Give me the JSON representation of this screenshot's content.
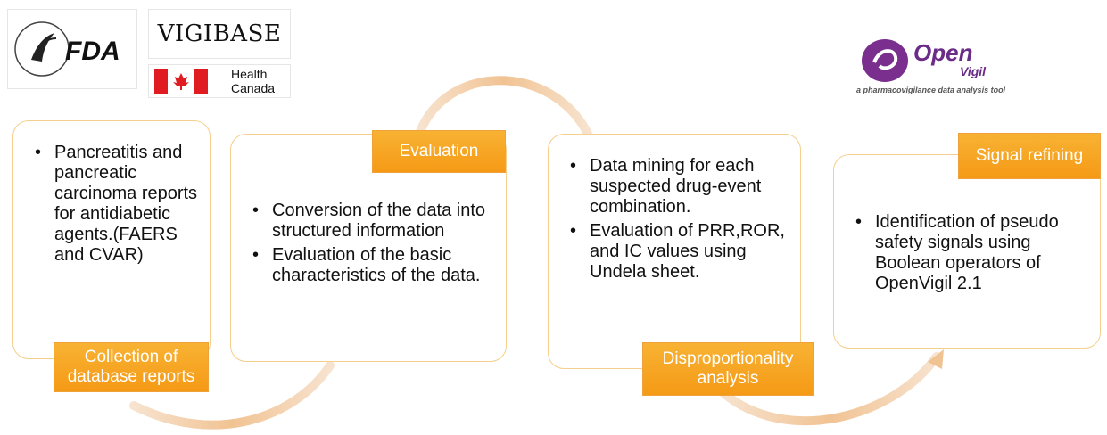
{
  "logos": {
    "fda": {
      "label": "FDA"
    },
    "vigibase": {
      "label": "VIGIBASE"
    },
    "health_canada": {
      "line1": "Health",
      "line2": "Canada"
    },
    "openvigil": {
      "name": "Open",
      "sub": "Vigil",
      "tagline": "a pharmacovigilance data analysis tool"
    }
  },
  "steps": [
    {
      "tag": "Collection of database reports",
      "bullets": [
        "Pancreatitis and pancreatic carcinoma reports for antidiabetic agents.(FAERS and CVAR)"
      ]
    },
    {
      "tag": "Evaluation",
      "bullets": [
        "Conversion of the data into structured information",
        "Evaluation of the basic characteristics of the data."
      ]
    },
    {
      "tag": "Disproportionality analysis",
      "bullets": [
        "Data mining for each suspected drug-event combination.",
        "Evaluation of PRR,ROR, and IC values using Undela sheet."
      ]
    },
    {
      "tag": "Signal refining",
      "bullets": [
        "Identification of pseudo safety signals using Boolean operators of OpenVigil 2.1"
      ]
    }
  ],
  "colors": {
    "accent": "#f7a827",
    "card_border": "#f4cf8e",
    "arrow": "#f2c79a",
    "openvigil_purple": "#6a2c86"
  }
}
